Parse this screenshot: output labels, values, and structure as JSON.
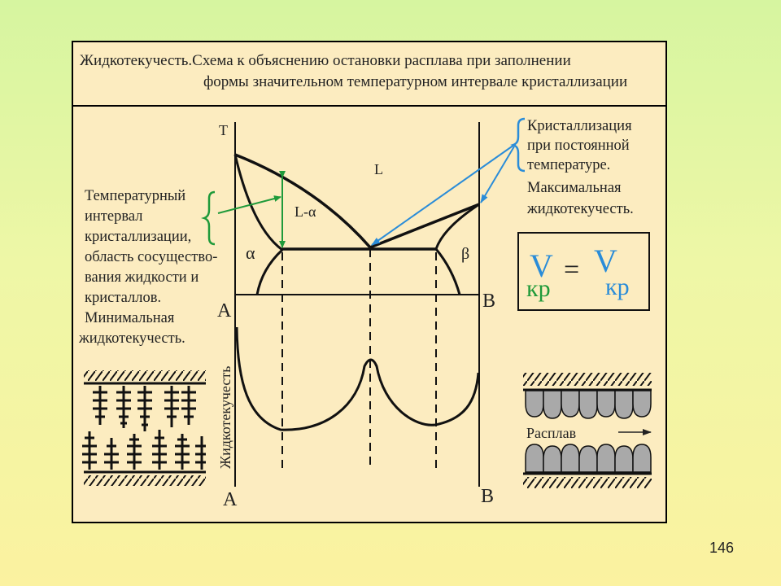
{
  "title": {
    "line1": "Жидкотекучесть.Схема к объяснению остановки расплава при заполнении",
    "line2": "формы значительном температурном интервале кристаллизации"
  },
  "axis": {
    "t_label": "T",
    "a_label": "A",
    "b_label": "B",
    "fluidity_label": "Жидкотекучесть"
  },
  "phases": {
    "liquid": "L",
    "two_phase": "L-α",
    "alpha": "α",
    "beta": "β"
  },
  "left_text": {
    "lines": [
      "Температурный",
      "интервал",
      "кристаллизации,",
      "область сосущество-",
      "вания жидкости и",
      "кристаллов.",
      "Минимальная",
      "жидкотекучесть."
    ]
  },
  "right_text": {
    "lines": [
      "Кристаллизация",
      "при постоянной",
      "температуре.",
      "Максимальная",
      "жидкотекучесть."
    ]
  },
  "formula": {
    "left": "V",
    "left_sub": "кр",
    "eq": "=",
    "right": "V",
    "right_sub": "кр"
  },
  "melt_label": "Расплав",
  "slide_number": "146",
  "colors": {
    "green_arrow": "#1f9a3a",
    "blue_arrow": "#2a8cd8",
    "formula_blue": "#2a8cd8",
    "formula_green": "#1f9a3a",
    "grain_gray": "#a9a9a9"
  }
}
